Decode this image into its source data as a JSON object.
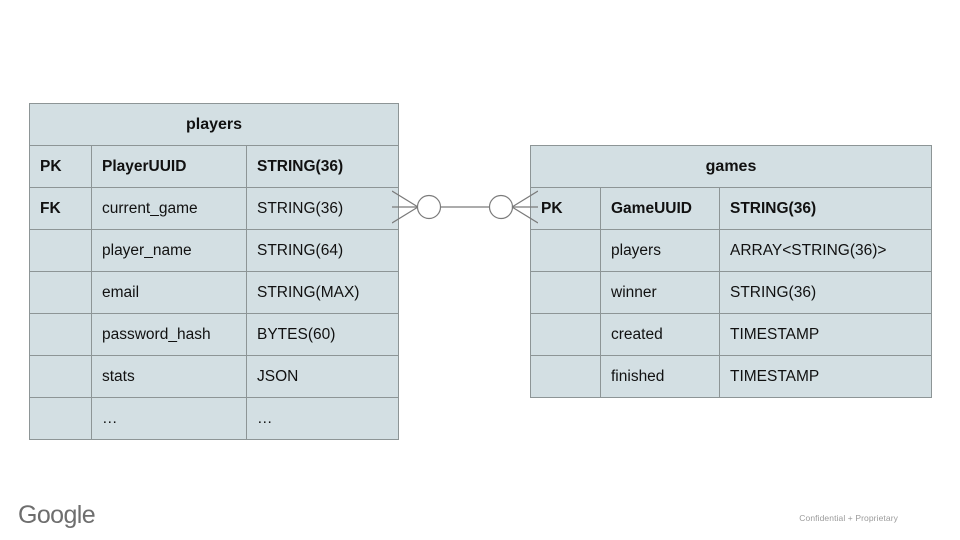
{
  "slide": {
    "background": "#ffffff",
    "entity_fill": "#d3dfe3",
    "entity_border": "#8d9596",
    "text_color": "#111111"
  },
  "entities": [
    {
      "name": "players",
      "title": "players",
      "columns": [
        {
          "key": "PK",
          "name": "PlayerUUID",
          "type": "STRING(36)",
          "bold": true
        },
        {
          "key": "FK",
          "name": "current_game",
          "type": "STRING(36)",
          "bold": false
        },
        {
          "key": "",
          "name": "player_name",
          "type": "STRING(64)",
          "bold": false
        },
        {
          "key": "",
          "name": "email",
          "type": "STRING(MAX)",
          "bold": false
        },
        {
          "key": "",
          "name": "password_hash",
          "type": "BYTES(60)",
          "bold": false
        },
        {
          "key": "",
          "name": "stats",
          "type": "JSON",
          "bold": false
        },
        {
          "key": "",
          "name": "…",
          "type": "…",
          "bold": false
        }
      ]
    },
    {
      "name": "games",
      "title": "games",
      "columns": [
        {
          "key": "PK",
          "name": "GameUUID",
          "type": "STRING(36)",
          "bold": true
        },
        {
          "key": "",
          "name": "players",
          "type": "ARRAY<STRING(36)>",
          "bold": false
        },
        {
          "key": "",
          "name": "winner",
          "type": "STRING(36)",
          "bold": false
        },
        {
          "key": "",
          "name": "created",
          "type": "TIMESTAMP",
          "bold": false
        },
        {
          "key": "",
          "name": "finished",
          "type": "TIMESTAMP",
          "bold": false
        }
      ]
    }
  ],
  "relationship": {
    "notation": "crows-foot",
    "from": "players",
    "to": "games",
    "left_end": "many-optional",
    "right_end": "many-optional",
    "line_color": "#7a7a7a"
  },
  "footer": {
    "logo_text": "Google",
    "confidential": "Confidential + Proprietary"
  }
}
